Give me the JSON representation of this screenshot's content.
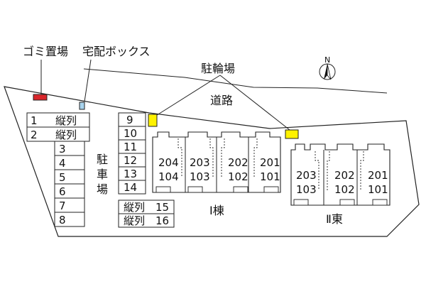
{
  "labels": {
    "garbage": "ゴミ置場",
    "delivery": "宅配ボックス",
    "bicycle": "駐輪場",
    "road": "道路",
    "parking_char1": "駐",
    "parking_char2": "車",
    "parking_char3": "場",
    "north": "N",
    "building1": "Ⅰ棟",
    "building2": "Ⅱ東"
  },
  "parking_left": [
    {
      "num": "1",
      "note": "縦列"
    },
    {
      "num": "2",
      "note": "縦列"
    },
    {
      "num": "3",
      "note": ""
    },
    {
      "num": "4",
      "note": ""
    },
    {
      "num": "5",
      "note": ""
    },
    {
      "num": "6",
      "note": ""
    },
    {
      "num": "7",
      "note": ""
    },
    {
      "num": "8",
      "note": ""
    }
  ],
  "parking_mid": [
    {
      "num": "9",
      "note": ""
    },
    {
      "num": "10",
      "note": ""
    },
    {
      "num": "11",
      "note": ""
    },
    {
      "num": "12",
      "note": ""
    },
    {
      "num": "13",
      "note": ""
    },
    {
      "num": "14",
      "note": ""
    },
    {
      "num": "15",
      "note": "縦列"
    },
    {
      "num": "16",
      "note": "縦列"
    }
  ],
  "building1_units": [
    {
      "upper": "204",
      "lower": "104"
    },
    {
      "upper": "203",
      "lower": "103"
    },
    {
      "upper": "202",
      "lower": "102"
    },
    {
      "upper": "201",
      "lower": "101"
    }
  ],
  "building2_units": [
    {
      "upper": "203",
      "lower": "103"
    },
    {
      "upper": "202",
      "lower": "102"
    },
    {
      "upper": "201",
      "lower": "101"
    }
  ],
  "colors": {
    "garbage": "#d9262b",
    "delivery": "#a9d4ee",
    "bicycle": "#fff200",
    "outline": "#222222"
  }
}
